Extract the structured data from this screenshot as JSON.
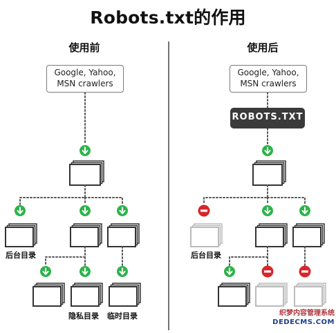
{
  "title": "Robots.txt的作用",
  "before": {
    "heading": "使用前",
    "crawlers": "Google, Yahoo,\nMSN crawlers",
    "dir_labels": [
      "后台目录",
      "隐私目录",
      "临时目录"
    ]
  },
  "after": {
    "heading": "使用后",
    "crawlers": "Google, Yahoo,\nMSN crawlers",
    "robots_label": "ROBOTS.TXT",
    "dir_labels": [
      "后台目录"
    ]
  },
  "watermark": {
    "line1": "织梦内容管理系统",
    "line2": "DEDECMS.COM"
  },
  "colors": {
    "allow": "#2db34a",
    "block": "#d7272a",
    "box_active": "#333333",
    "box_blocked": "#bbbbbb",
    "connector": "#555555",
    "robots_bg": "#3a3a3a"
  }
}
